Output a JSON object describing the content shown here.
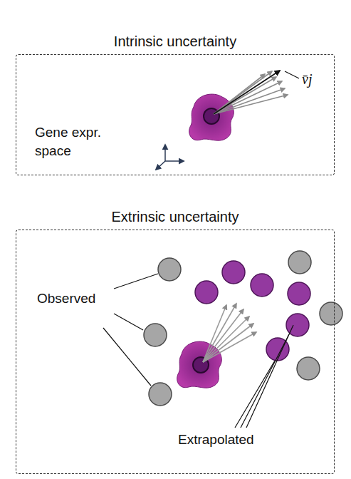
{
  "diagram": {
    "nodes": [
      {
        "text": [
          "Intrinsic uncertainty",
          "Gene expr. space"
        ]
      },
      {
        "text": [
          "Extrinsic uncertainty"
        ]
      }
    ],
    "labels": [
      "v̄j",
      "Observed",
      "Extrapolated"
    ]
  }
}
